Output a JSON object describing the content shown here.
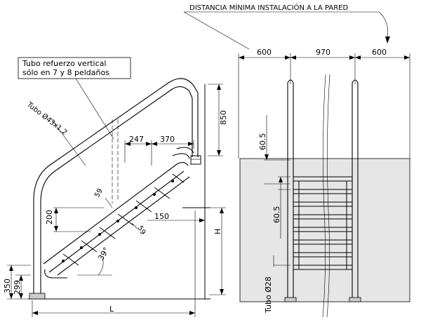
{
  "top_note": "DISTANCIA MÍNIMA INSTALACIÓN A LA PARED",
  "side_view": {
    "note_line1": "Tubo refuerzo vertical",
    "note_line2": "sólo en 7 y 8 peldaños",
    "tube_label": "Tubo Ø43x1,2",
    "dim_850": "850",
    "dim_247": "247",
    "dim_370": "370",
    "dim_59a": "59",
    "dim_59b": "59",
    "dim_200": "200",
    "dim_150": "150",
    "dim_H": "H",
    "dim_39": "39°",
    "dim_350": "350",
    "dim_299": "299",
    "dim_L": "L"
  },
  "front_view": {
    "dim_600_left": "600",
    "dim_970": "970",
    "dim_600_right": "600",
    "dim_60_5_top": "60.5",
    "dim_60_5_mid": "60.5",
    "tube_label": "Tubo Ø28"
  }
}
